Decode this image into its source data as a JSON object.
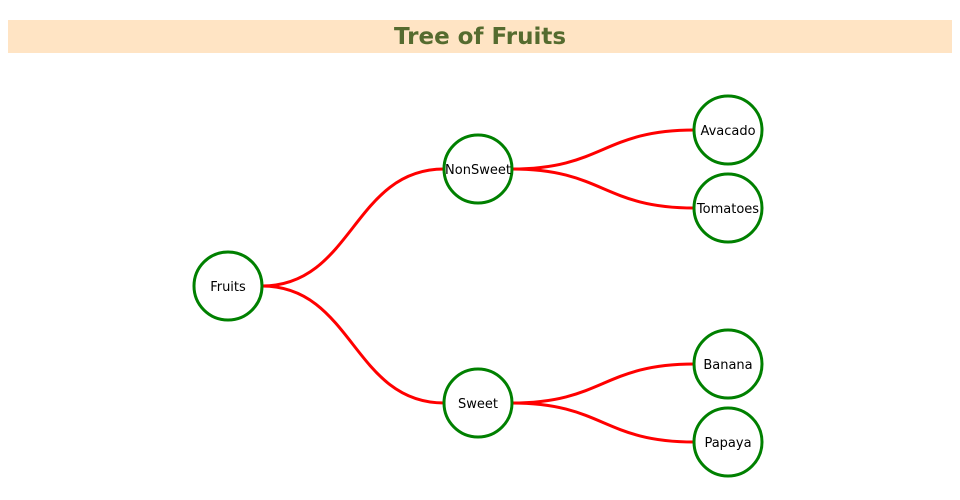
{
  "title": "Tree of Fruits",
  "colors": {
    "title_background": "#ffe4c4",
    "title_text": "#556b2f",
    "link": "#ff0000",
    "node_stroke": "#008000",
    "node_fill": "#ffffff"
  },
  "tree": {
    "name": "Fruits",
    "children": [
      {
        "name": "NonSweet",
        "children": [
          {
            "name": "Avacado"
          },
          {
            "name": "Tomatoes"
          }
        ]
      },
      {
        "name": "Sweet",
        "children": [
          {
            "name": "Banana"
          },
          {
            "name": "Papaya"
          }
        ]
      }
    ]
  }
}
